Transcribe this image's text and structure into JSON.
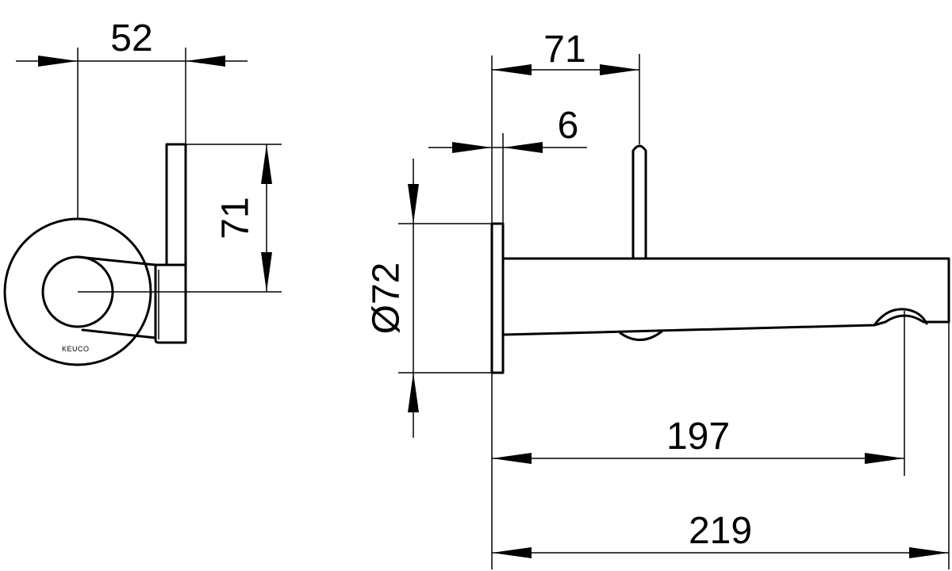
{
  "drawing": {
    "brand_mark": "KEUCO",
    "dimensions": {
      "side_width": "52",
      "side_height": "71",
      "top_lever_offset": "71",
      "flange_thickness": "6",
      "rosette_diameter": "Ø72",
      "spout_to_outlet": "197",
      "total_length": "219"
    }
  }
}
